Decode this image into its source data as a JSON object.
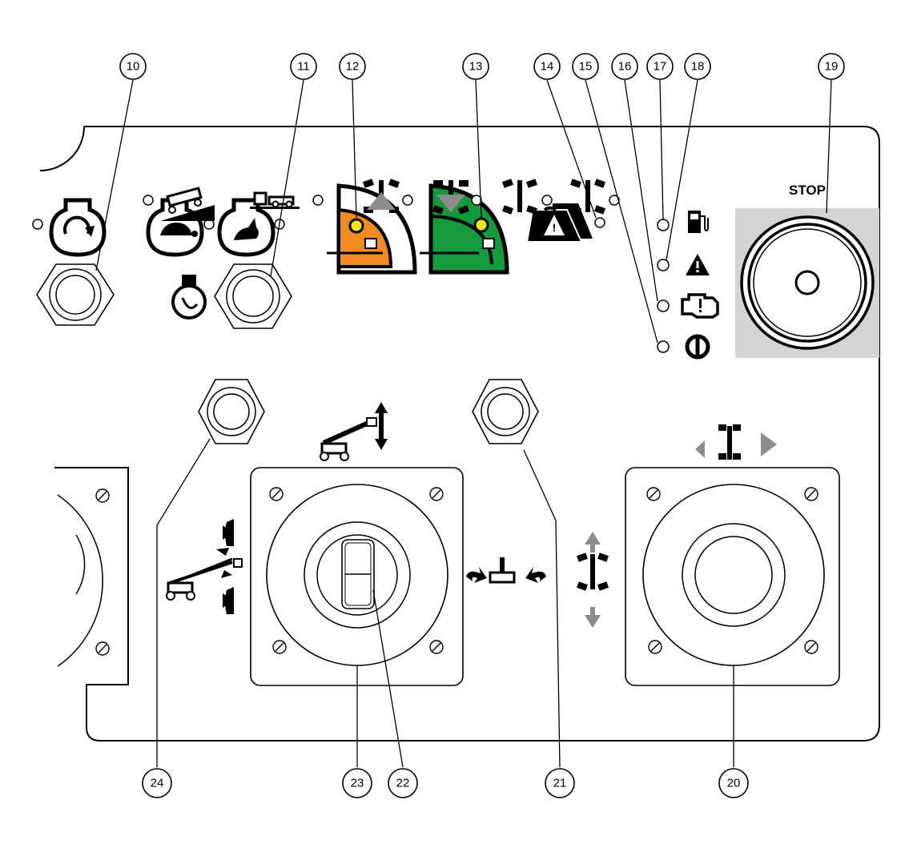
{
  "callouts": [
    {
      "id": "10",
      "label": "10"
    },
    {
      "id": "11",
      "label": "11"
    },
    {
      "id": "12",
      "label": "12"
    },
    {
      "id": "13",
      "label": "13"
    },
    {
      "id": "14",
      "label": "14"
    },
    {
      "id": "15",
      "label": "15"
    },
    {
      "id": "16",
      "label": "16"
    },
    {
      "id": "17",
      "label": "17"
    },
    {
      "id": "18",
      "label": "18"
    },
    {
      "id": "19",
      "label": "19"
    },
    {
      "id": "20",
      "label": "20"
    },
    {
      "id": "21",
      "label": "21"
    },
    {
      "id": "22",
      "label": "22"
    },
    {
      "id": "23",
      "label": "23"
    },
    {
      "id": "24",
      "label": "24"
    }
  ],
  "stop_label": "STOP",
  "colors": {
    "orange": "#f28a22",
    "green": "#149a3c",
    "indicator_yellow": "#f2e51c",
    "stop_panel": "#d4d4d4",
    "arrow_grey": "#8c8c8c"
  },
  "icons": {
    "engine_start": "engine-start-icon",
    "slow_speed": "turtle-icon",
    "fast_speed": "rabbit-icon",
    "overload": "overload-weight-icon",
    "fuel": "fuel-pump-icon",
    "warning": "warning-triangle-icon",
    "engine_fault": "engine-fault-icon",
    "emergency": "emergency-circle-icon"
  }
}
